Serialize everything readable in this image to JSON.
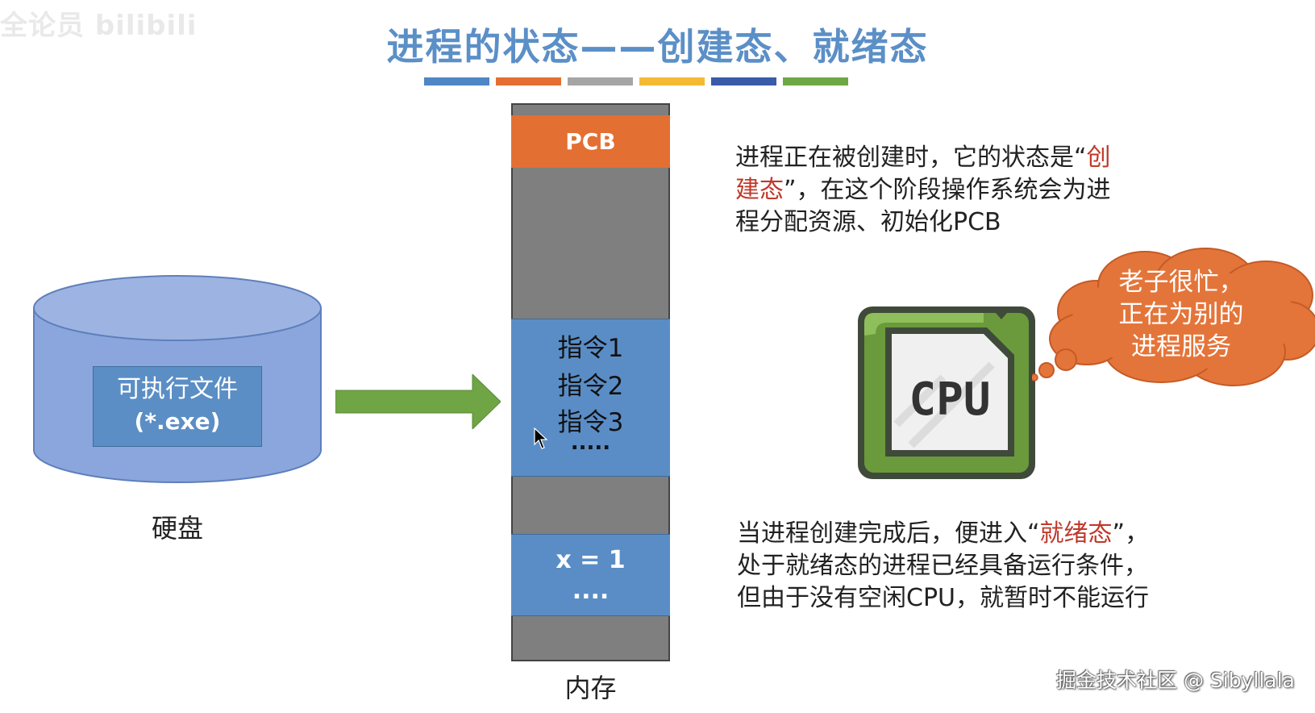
{
  "watermark_logo": "全论员 bilibili",
  "title": "进程的状态——创建态、就绪态",
  "title_bar_colors": [
    "#4f86c6",
    "#e46f32",
    "#a5a5a5",
    "#f6b934",
    "#3a5ba8",
    "#6ea844"
  ],
  "disk": {
    "file_label_line1": "可执行文件",
    "file_label_line2": "(*.exe)",
    "caption": "硬盘",
    "color": "#8aa6dc"
  },
  "arrow_color": "#6fa544",
  "memory": {
    "pcb": "PCB",
    "instructions": [
      "指令1",
      "指令2",
      "指令3",
      "....."
    ],
    "data": [
      "x = 1",
      "...."
    ],
    "caption": "内存"
  },
  "desc_top": {
    "line1_prefix": "进程正在被创建时，它的状态是“",
    "line1_hl": "创",
    "line2_hl": "建态",
    "line2_suffix": "”，在这个阶段操作系统会为进",
    "line3": "程分配资源、初始化PCB"
  },
  "cpu": {
    "label": "CPU",
    "color": "#6a9a3c"
  },
  "cloud": {
    "lines": [
      "老子很忙，",
      "正在为别的",
      "进程服务"
    ],
    "color": "#e4753a"
  },
  "desc_bottom": {
    "line1_prefix": "当进程创建完成后，便进入“",
    "line1_hl": "就绪态",
    "line1_suffix": "”，",
    "line2": "处于就绪态的进程已经具备运行条件，",
    "line3": "但由于没有空闲CPU，就暂时不能运行"
  },
  "watermark_site": "掘金技术社区 @ Sibyllala"
}
